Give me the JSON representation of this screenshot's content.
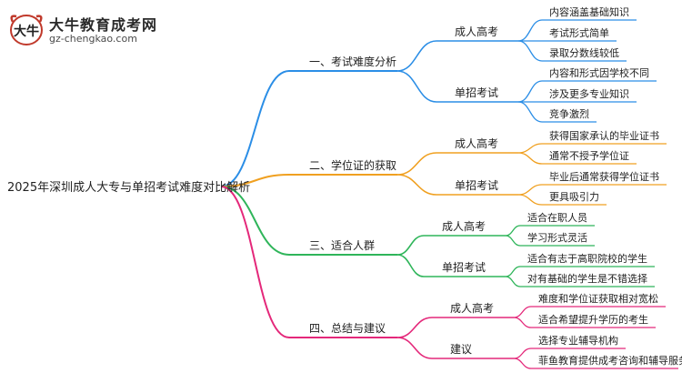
{
  "brand": {
    "title": "大牛教育成考网",
    "url": "gz-chengkao.com",
    "mark_text": "大牛"
  },
  "root": "2025年深圳成人大专与单招考试难度对比解析",
  "branches": [
    {
      "label": "一、考试难度分析",
      "color": "#2b8ee6",
      "children": [
        {
          "label": "成人高考",
          "items": [
            "内容涵盖基础知识",
            "考试形式简单",
            "录取分数线较低"
          ]
        },
        {
          "label": "单招考试",
          "items": [
            "内容和形式因学校不同",
            "涉及更多专业知识",
            "竞争激烈"
          ]
        }
      ]
    },
    {
      "label": "二、学位证的获取",
      "color": "#f0a020",
      "children": [
        {
          "label": "成人高考",
          "items": [
            "获得国家承认的毕业证书",
            "通常不授予学位证"
          ]
        },
        {
          "label": "单招考试",
          "items": [
            "毕业后通常获得学位证书",
            "更具吸引力"
          ]
        }
      ]
    },
    {
      "label": "三、适合人群",
      "color": "#2fb55a",
      "children": [
        {
          "label": "成人高考",
          "items": [
            "适合在职人员",
            "学习形式灵活"
          ]
        },
        {
          "label": "单招考试",
          "items": [
            "适合有志于高职院校的学生",
            "对有基础的学生是不错选择"
          ]
        }
      ]
    },
    {
      "label": "四、总结与建议",
      "color": "#e4287a",
      "children": [
        {
          "label": "成人高考",
          "items": [
            "难度和学位证获取相对宽松",
            "适合希望提升学历的考生"
          ]
        },
        {
          "label": "建议",
          "items": [
            "选择专业辅导机构",
            "菲鱼教育提供成考咨询和辅导服务"
          ]
        }
      ]
    }
  ]
}
